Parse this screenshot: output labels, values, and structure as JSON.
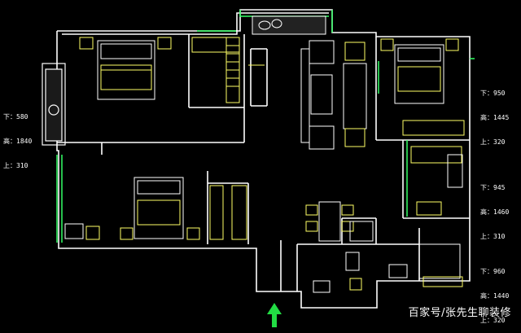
{
  "dimension_notes": [
    {
      "id": "left-window",
      "lines": [
        "下：580",
        "高：1840",
        "上：310"
      ]
    },
    {
      "id": "right-window-top",
      "lines": [
        "下：950",
        "高：1445",
        "上：320"
      ]
    },
    {
      "id": "right-window-middle",
      "lines": [
        "下：945",
        "高：1460",
        "上：310"
      ]
    },
    {
      "id": "right-window-bottom",
      "lines": [
        "下：960",
        "高：1440",
        "上：320"
      ]
    }
  ],
  "watermark": "百家号/张先生聊装修",
  "colors": {
    "wall": "#ffffff",
    "furniture": "#ffff66",
    "window": "#33ff66",
    "arrow": "#22dd44",
    "background": "#000000"
  },
  "icons": {
    "entrance": "up-arrow-icon"
  }
}
